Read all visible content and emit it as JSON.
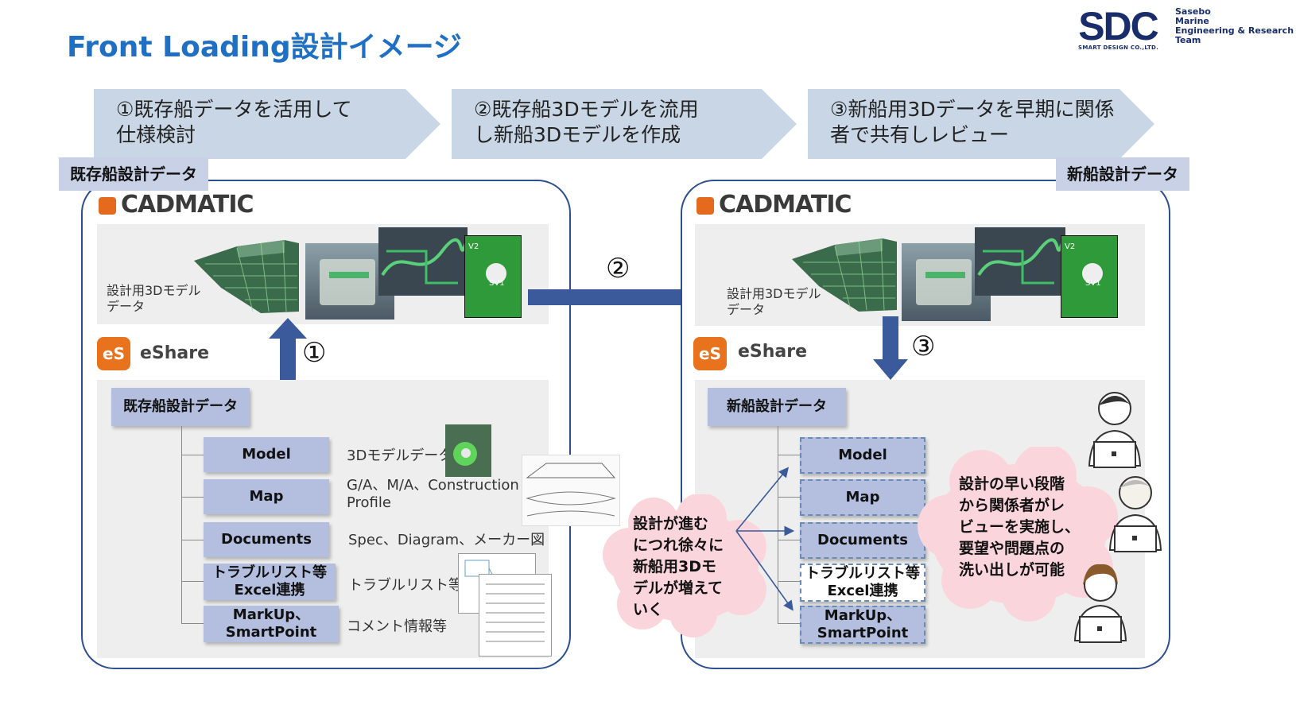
{
  "title": "Front Loading設計イメージ",
  "logo": {
    "mark": "SDC",
    "subtitle": "SMART DESIGN CO.,LTD.",
    "team": [
      "Sasebo",
      "Marine",
      "Engineering & Research",
      "Team"
    ]
  },
  "steps": [
    {
      "line1": "①既存船データを活用して",
      "line2": "仕様検討"
    },
    {
      "line1": "②既存船3Dモデルを流用",
      "line2": "し新船3Dモデルを作成"
    },
    {
      "line1": "③新船用3Dデータを早期に関係",
      "line2": "者で共有しレビュー"
    }
  ],
  "left_panel": {
    "tag": "既存船設計データ",
    "cadmatic": "CADMATIC",
    "model_label_1": "設計用3Dモデル",
    "model_label_2": "データ",
    "eshare_mark": "eS",
    "eshare": "eShare",
    "root": "既存船設計データ",
    "nodes": [
      {
        "label": "Model",
        "desc": "3Dモデルデータ"
      },
      {
        "label": "Map",
        "desc": "G/A、M/A、Construction Profile"
      },
      {
        "label": "Documents",
        "desc": "Spec、Diagram、メーカー図"
      },
      {
        "label": "トラブルリスト等 Excel連携",
        "desc": "トラブルリスト等"
      },
      {
        "label": "MarkUp、 SmartPoint",
        "desc": "コメント情報等"
      }
    ],
    "arrow_num": "①"
  },
  "middle_arrow_num": "②",
  "right_panel": {
    "tag": "新船設計データ",
    "cadmatic": "CADMATIC",
    "model_label_1": "設計用3Dモデル",
    "model_label_2": "データ",
    "eshare_mark": "eS",
    "eshare": "eShare",
    "root": "新船設計データ",
    "nodes": [
      {
        "label": "Model"
      },
      {
        "label": "Map"
      },
      {
        "label": "Documents"
      },
      {
        "label": "トラブルリスト等 Excel連携"
      },
      {
        "label": "MarkUp、 SmartPoint"
      }
    ],
    "arrow_num": "③",
    "cloud_left": [
      "設計が進む",
      "につれ徐々に",
      "新船用3Dモ",
      "デルが増えて",
      "いく"
    ],
    "cloud_right": [
      "設計の早い段階",
      "から関係者がレ",
      "ビューを実施し、",
      "要望や問題点の",
      "洗い出しが可能"
    ]
  },
  "colors": {
    "title": "#1f6fc4",
    "step_fill": "#c9d6e6",
    "node_fill": "#b4bfdf",
    "arrow": "#3a5a9c",
    "cloud": "#fbd5dc",
    "cadmatic_orange": "#e56a1d"
  }
}
